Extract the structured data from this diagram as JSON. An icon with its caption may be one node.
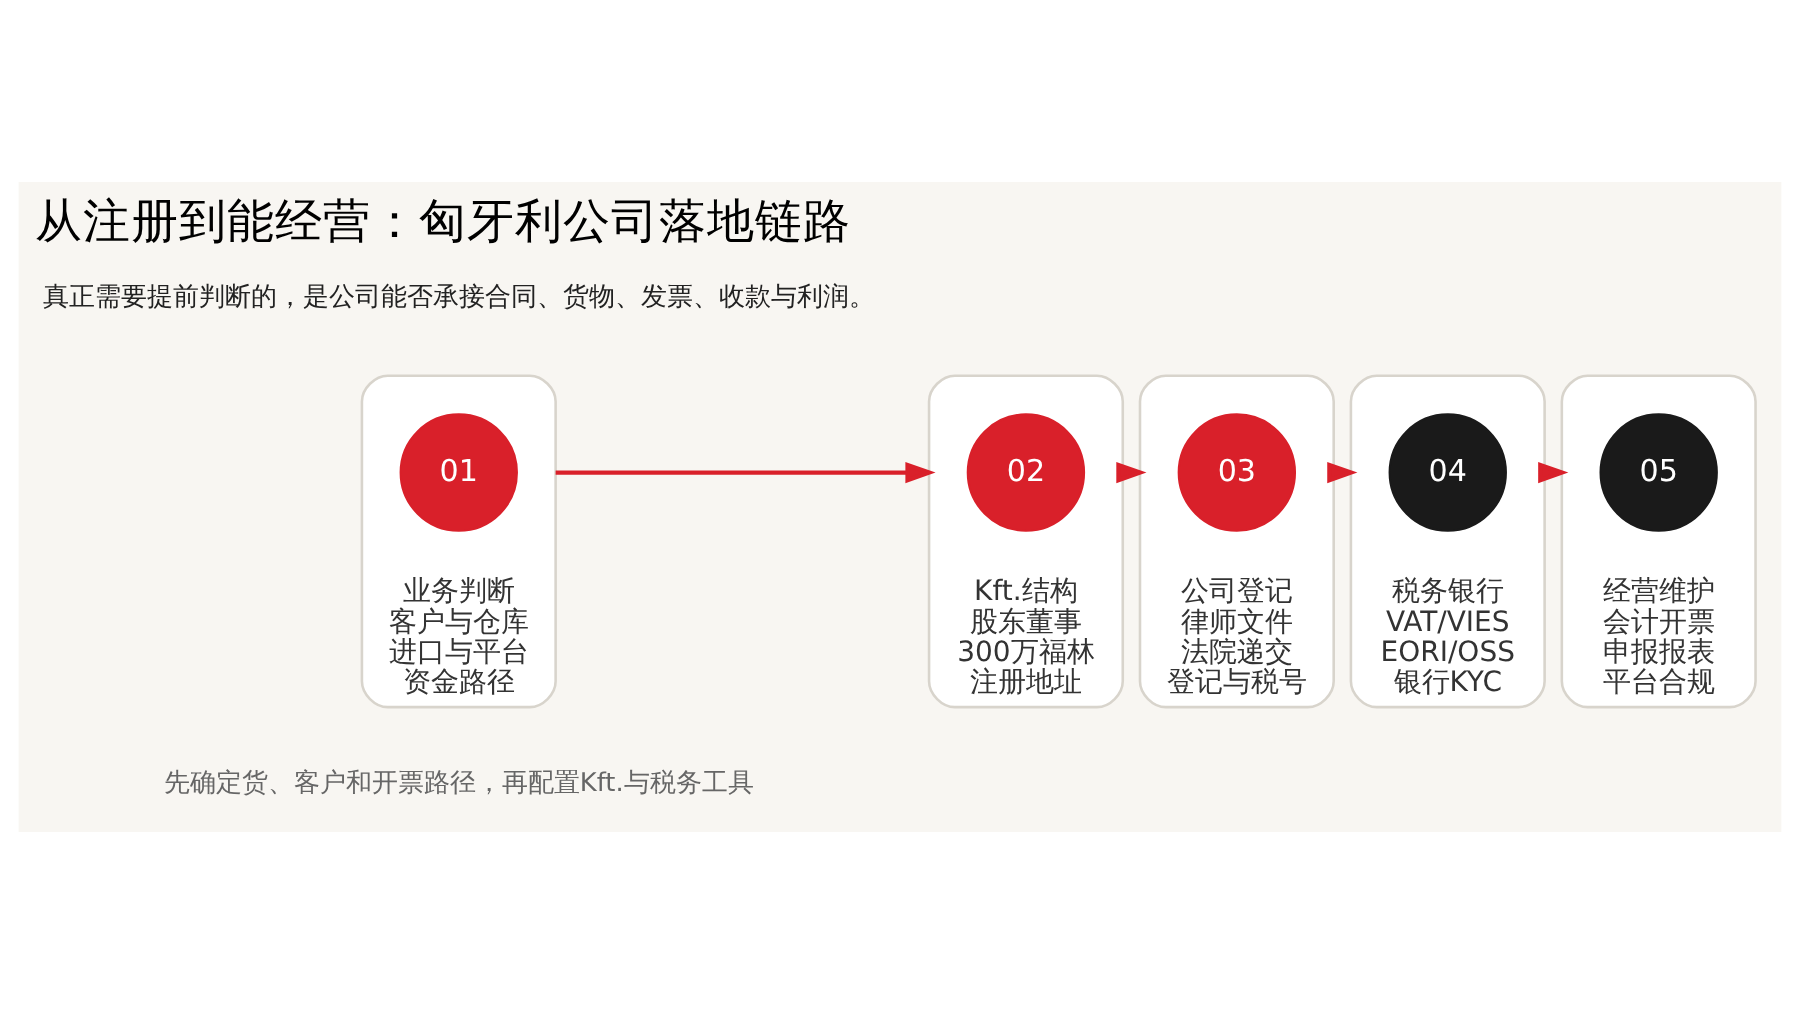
{
  "diagram": {
    "title": "从注册到能经营：匈牙利公司落地链路",
    "nodes": [
      {
        "text": [
          "业务判断",
          "客户与仓库",
          "进口与平台",
          "资金路径"
        ]
      },
      {
        "text": [
          "01"
        ],
        "in": 0
      },
      {
        "text": [
          "Kft.结构",
          "股东董事",
          "300万福林",
          "注册地址"
        ]
      },
      {
        "text": [
          "02"
        ],
        "in": 2
      },
      {
        "text": [
          "公司登记",
          "律师文件",
          "法院递交",
          "登记与税号"
        ]
      },
      {
        "text": [
          "03"
        ],
        "in": 4
      },
      {
        "text": [
          "税务银行",
          "VAT/VIES",
          "EORI/OSS",
          "银行KYC"
        ]
      },
      {
        "text": [
          "04"
        ],
        "in": 6
      },
      {
        "text": [
          "经营维护",
          "会计开票",
          "申报报表",
          "平台合规"
        ]
      },
      {
        "text": [
          "05"
        ],
        "in": 8
      }
    ],
    "edges": [
      {
        "from": 0,
        "to": 2,
        "arrow": "to"
      },
      {
        "from": 2,
        "to": 4,
        "arrow": "to"
      },
      {
        "from": 4,
        "to": 6,
        "arrow": "to"
      },
      {
        "from": 6,
        "to": 8,
        "arrow": "to"
      }
    ],
    "labels": [
      "先确定货、客户和开票路径，再配置Kft.与税务工具",
      "真正需要提前判断的，是公司能否承接合同、货物、发票、收款与利润。"
    ]
  }
}
